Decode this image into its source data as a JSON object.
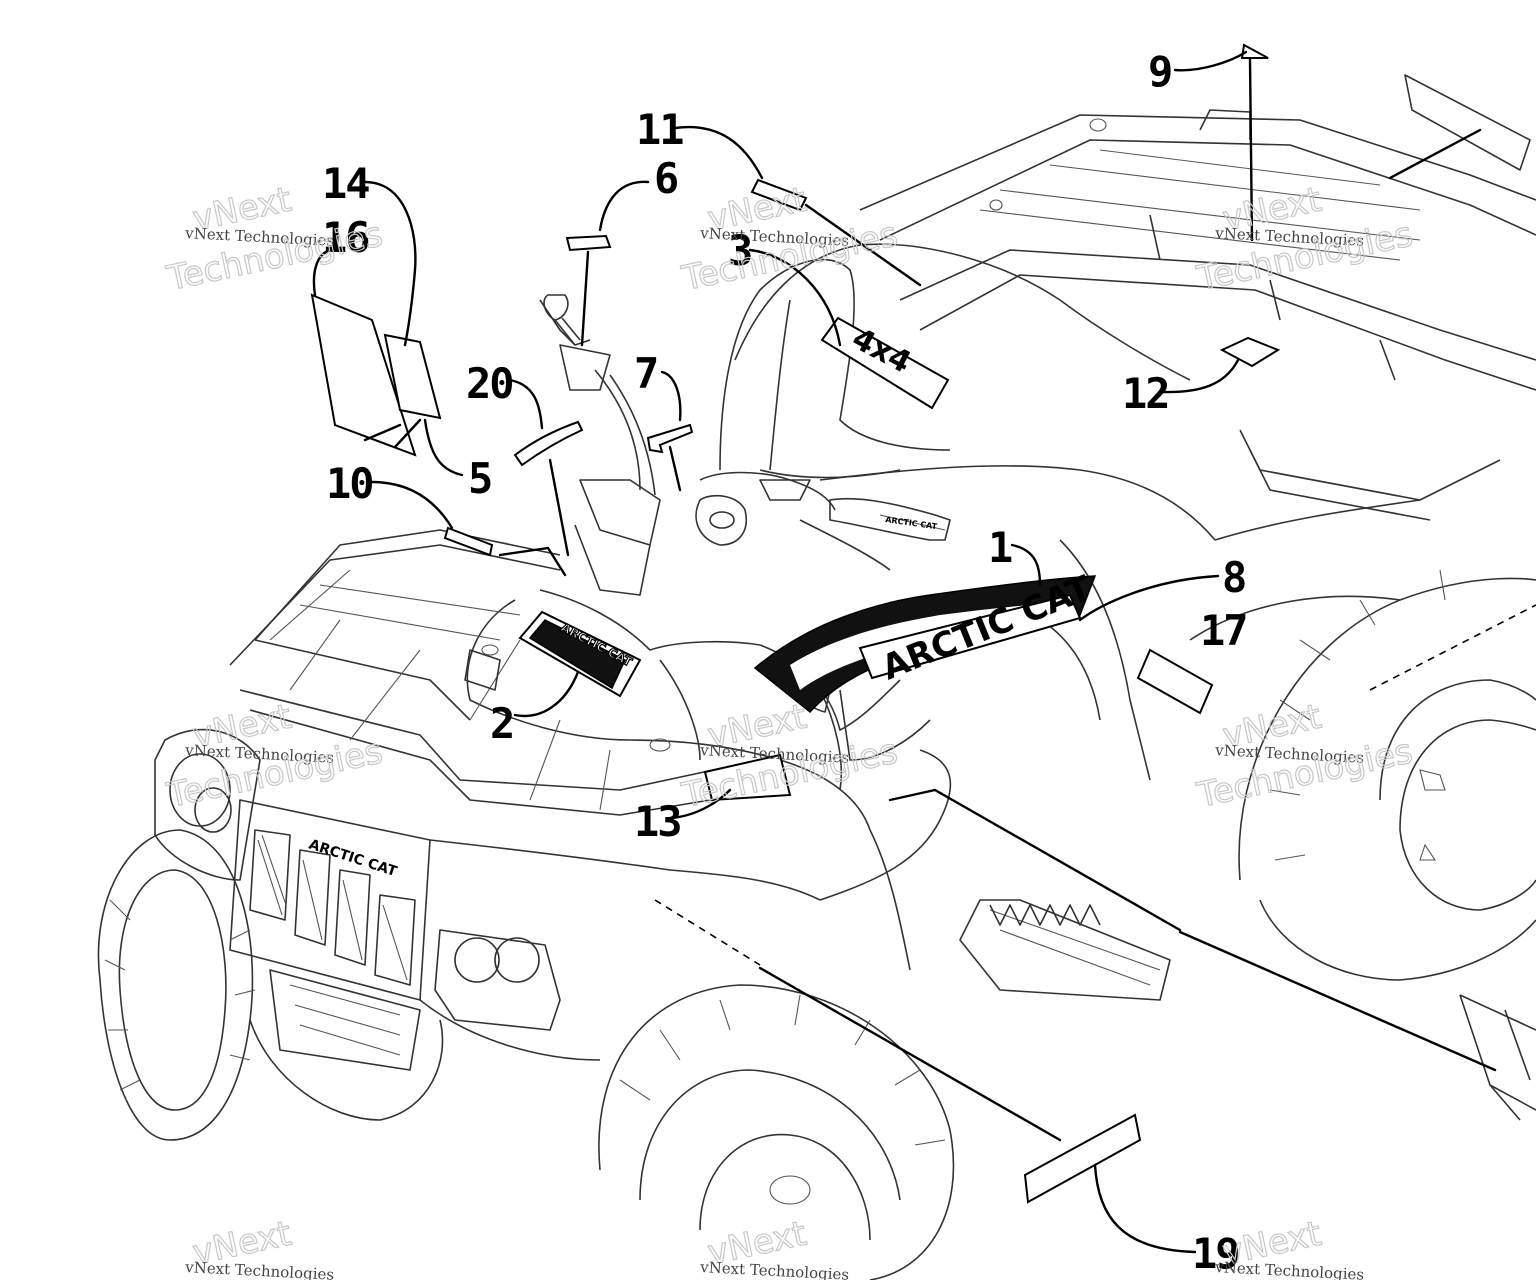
{
  "callouts": [
    {
      "id": "c1",
      "label": "1"
    },
    {
      "id": "c2",
      "label": "2"
    },
    {
      "id": "c3",
      "label": "3"
    },
    {
      "id": "c5",
      "label": "5"
    },
    {
      "id": "c6",
      "label": "6"
    },
    {
      "id": "c7",
      "label": "7"
    },
    {
      "id": "c8",
      "label": "8"
    },
    {
      "id": "c9",
      "label": "9"
    },
    {
      "id": "c10",
      "label": "10"
    },
    {
      "id": "c11",
      "label": "11"
    },
    {
      "id": "c12",
      "label": "12"
    },
    {
      "id": "c13",
      "label": "13"
    },
    {
      "id": "c14",
      "label": "14"
    },
    {
      "id": "c16",
      "label": "16"
    },
    {
      "id": "c17",
      "label": "17"
    },
    {
      "id": "c19",
      "label": "19"
    },
    {
      "id": "c20",
      "label": "20"
    }
  ],
  "decals": {
    "side_brand": "ARCTIC CAT",
    "hood_emblem": "4x4",
    "console_brand": "ARCTIC CAT",
    "grille_brand": "ARCTIC CAT",
    "grip_brand": "ARCTIC CAT"
  },
  "watermark": {
    "line_small": "vNext Technologies",
    "word_top": "vNext",
    "word_bottom": "Technologies"
  }
}
